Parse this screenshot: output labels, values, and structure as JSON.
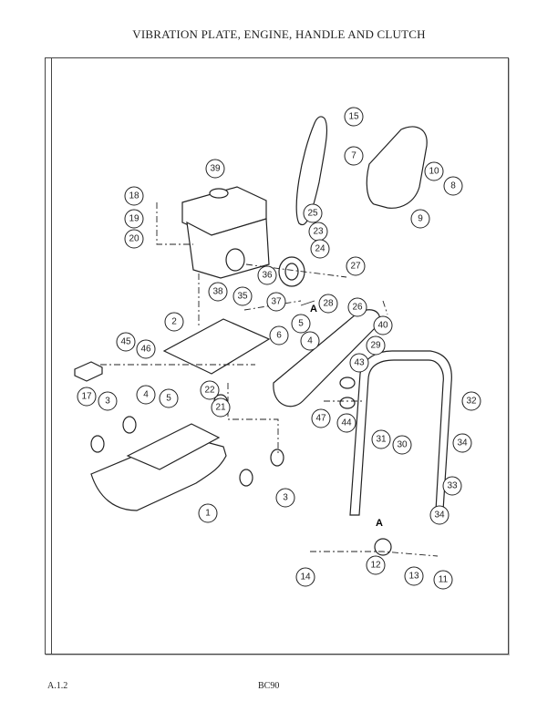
{
  "title": "VIBRATION PLATE, ENGINE, HANDLE AND CLUTCH",
  "footer": {
    "section": "A.1.2",
    "model": "BC90"
  },
  "reference_mark": "A",
  "callouts": [
    "15",
    "7",
    "10",
    "8",
    "9",
    "39",
    "18",
    "19",
    "20",
    "25",
    "23",
    "24",
    "27",
    "36",
    "28",
    "26",
    "38",
    "35",
    "37",
    "2",
    "40",
    "5",
    "6",
    "4",
    "29",
    "45",
    "46",
    "43",
    "17",
    "22",
    "21",
    "4",
    "5",
    "3",
    "47",
    "44",
    "32",
    "34",
    "31",
    "30",
    "33",
    "34",
    "3",
    "1",
    "14",
    "12",
    "13",
    "11"
  ]
}
